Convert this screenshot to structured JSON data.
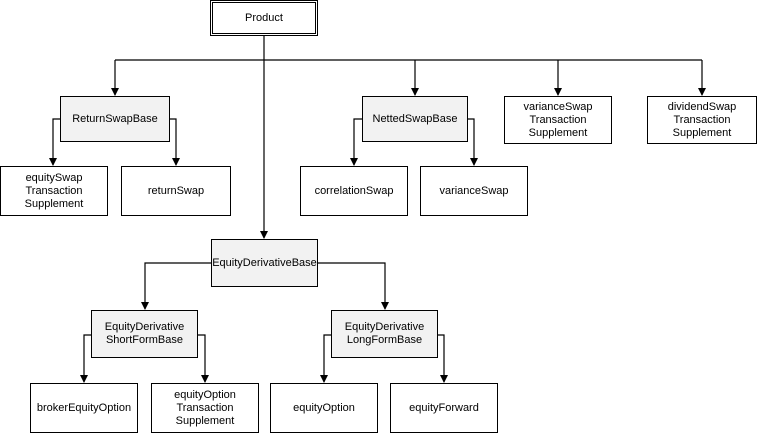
{
  "diagram": {
    "nodes": {
      "product": "Product",
      "return_swap_base": "ReturnSwapBase",
      "netted_swap_base": "NettedSwapBase",
      "variance_swap_ts": "varianceSwap\nTransaction\nSupplement",
      "dividend_swap_ts": "dividendSwap\nTransaction\nSupplement",
      "equity_swap_ts": "equitySwap\nTransaction\nSupplement",
      "return_swap": "returnSwap",
      "correlation_swap": "correlationSwap",
      "variance_swap": "varianceSwap",
      "equity_derivative_base": "EquityDerivativeBase",
      "equity_derivative_short_form_base": "EquityDerivative\nShortFormBase",
      "equity_derivative_long_form_base": "EquityDerivative\nLongFormBase",
      "broker_equity_option": "brokerEquityOption",
      "equity_option_ts": "equityOption\nTransaction\nSupplement",
      "equity_option": "equityOption",
      "equity_forward": "equityForward"
    },
    "colors": {
      "line": "#000000",
      "shaded_fill": "#f2f2f2"
    }
  }
}
